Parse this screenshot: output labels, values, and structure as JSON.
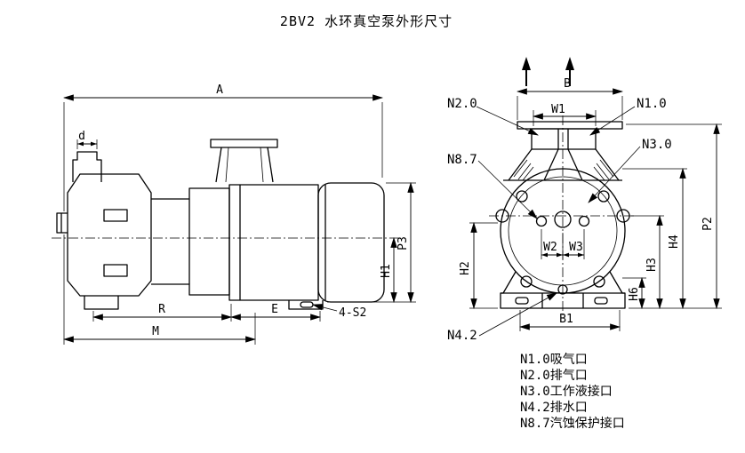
{
  "title": "2BV2 水环真空泵外形尺寸",
  "side_view": {
    "dim_a": "A",
    "dim_d": "d",
    "dim_p3": "P3",
    "dim_h1": "H1",
    "dim_r": "R",
    "dim_e": "E",
    "dim_m": "M",
    "dim_s2": "4-S2"
  },
  "front_view": {
    "dim_b": "B",
    "dim_w1": "W1",
    "dim_w2": "W2",
    "dim_w3": "W3",
    "dim_b1": "B1",
    "dim_p2": "P2",
    "dim_h2": "H2",
    "dim_h3": "H3",
    "dim_h4": "H4",
    "dim_h6": "H6",
    "port_n1": "N1.0",
    "port_n2": "N2.0",
    "port_n3": "N3.0",
    "port_n42": "N4.2",
    "port_n87": "N8.7"
  },
  "legend": {
    "items": [
      "N1.0吸气口",
      "N2.0排气口",
      "N3.0工作液接口",
      "N4.2排水口",
      "N8.7汽蚀保护接口"
    ]
  },
  "colors": {
    "ink": "#000000",
    "background": "#ffffff"
  }
}
